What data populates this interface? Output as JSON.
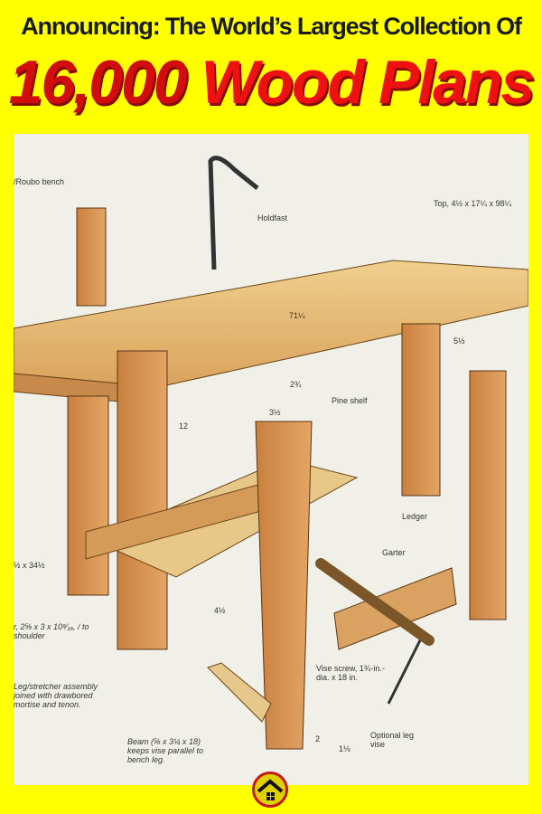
{
  "header": {
    "announcement": "Announcing: The World’s Largest Collection Of",
    "count": "16,000",
    "product": "Wood Plans"
  },
  "illustration": {
    "labels": {
      "bench_name": "/Roubo bench",
      "holdfast": "Holdfast",
      "top": "Top, 4½ x 17¼ x 98¼",
      "length": "71¼",
      "dim_5_5": "5½",
      "dim_12": "12",
      "dim_2_75": "2¾",
      "dim_3_5": "3½",
      "pine_shelf": "Pine shelf",
      "ledger": "Ledger",
      "garter": "Garter",
      "stretcher_dim": "½ x 34½",
      "dim_4_5": "4½",
      "tenon": "r, 2⅝ x 3 x 10⁹⁄₁₆, / to shoulder",
      "assembly": "Leg/stretcher assembly joined with drawbored mortise and tenon.",
      "vise_screw": "Vise screw, 1¾-in.-dia. x 18 in.",
      "beam": "Beam (⅝ x 3¼ x 18) keeps vise parallel to bench leg.",
      "leg_vise": "Optional leg vise",
      "dim_2": "2",
      "dim_1_125": "1⅛"
    }
  },
  "colors": {
    "background": "#ffff00",
    "headline": "#1a1a1a",
    "accent": "#ee1111"
  },
  "logo": {
    "icon": "house-icon"
  }
}
